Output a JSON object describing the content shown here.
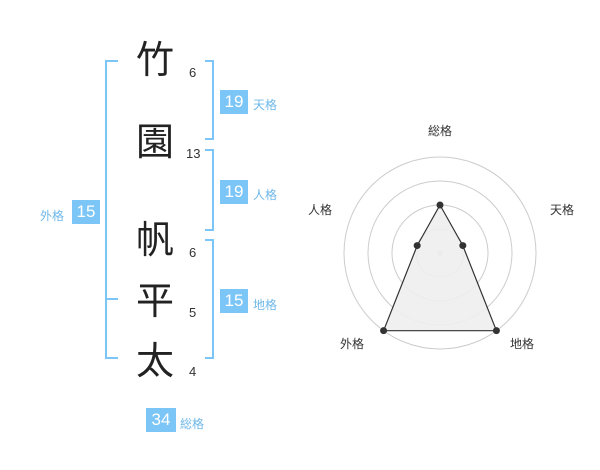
{
  "name_chars": [
    {
      "char": "竹",
      "strokes": "6"
    },
    {
      "char": "園",
      "strokes": "13"
    },
    {
      "char": "帆",
      "strokes": "6"
    },
    {
      "char": "平",
      "strokes": "5"
    },
    {
      "char": "太",
      "strokes": "4"
    }
  ],
  "fortune": {
    "tenkaku": {
      "value": "19",
      "label": "天格"
    },
    "jinkaku": {
      "value": "19",
      "label": "人格"
    },
    "chikaku": {
      "value": "15",
      "label": "地格"
    },
    "gaikaku": {
      "value": "15",
      "label": "外格"
    },
    "soukaku": {
      "value": "34",
      "label": "総格"
    }
  },
  "accent_color": "#7cc5f7",
  "chart_data": {
    "type": "radar",
    "axes": [
      "総格",
      "天格",
      "地格",
      "外格",
      "人格"
    ],
    "rings": 4,
    "values": [
      2,
      1,
      4,
      4,
      1
    ]
  }
}
